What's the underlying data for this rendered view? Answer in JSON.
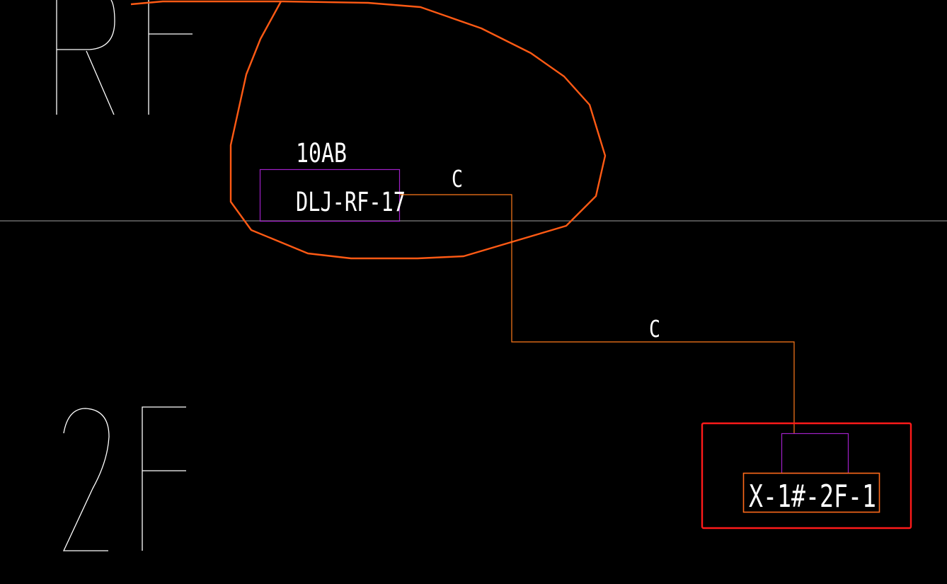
{
  "drawing": {
    "floor_upper_label": "RF",
    "floor_lower_label": "2F",
    "device_code": "10AB",
    "device_name": "DLJ-RF-17",
    "cable_label_1": "C",
    "cable_label_2": "C",
    "panel_name": "X-1#-2F-1"
  },
  "colors": {
    "background": "#000000",
    "text": "#ffffff",
    "floor_divider": "#a0a0a0",
    "cable": "#ff7a1a",
    "markup_cloud": "#ff5a14",
    "device_box": "#a020c8",
    "panel_label_box": "#ff6a1a",
    "highlight_box": "#ff1a1a"
  }
}
